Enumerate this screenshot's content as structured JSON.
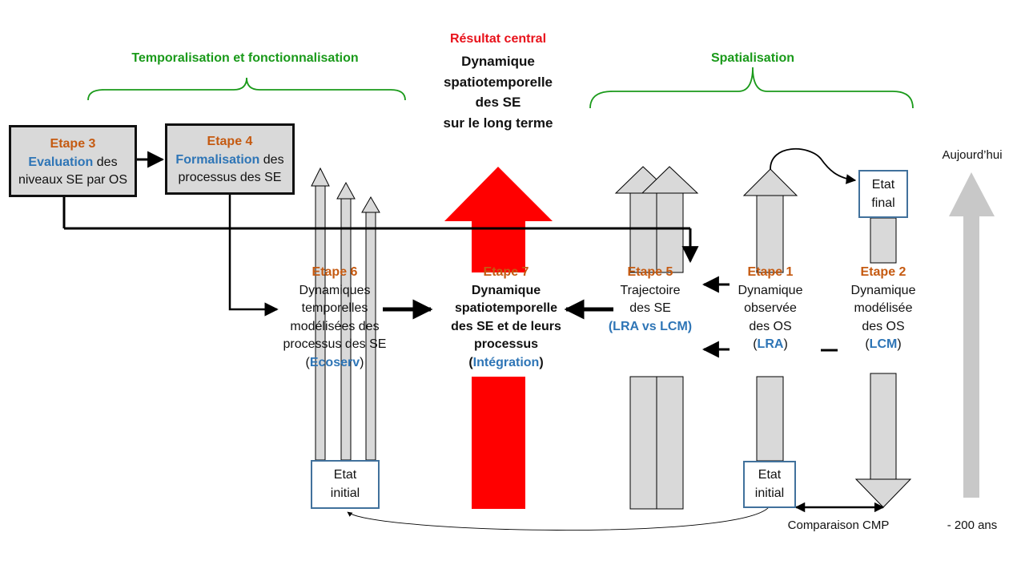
{
  "header": {
    "result_title": "Résultat central",
    "result_lines": [
      "Dynamique",
      "spatiotemporelle",
      "des SE",
      "sur le long terme"
    ],
    "left_brace_label": "Temporalisation  et fonctionnalisation",
    "right_brace_label": "Spatialisation"
  },
  "time_axis": {
    "top_label": "Aujourd’hui",
    "bottom_label": "- 200 ans"
  },
  "etape3": {
    "title": "Etape 3",
    "accent": "Evaluation",
    "line1_rest": " des",
    "line2": "niveaux SE par OS"
  },
  "etape4": {
    "title": "Etape 4",
    "accent": "Formalisation",
    "line1_rest": " des",
    "line2": "processus des SE"
  },
  "etape6": {
    "title": "Etape 6",
    "lines": [
      "Dynamiques",
      "temporelles",
      "modélisées des",
      "processus des SE"
    ],
    "open": "(",
    "accent": "Ecoserv",
    "close": ")"
  },
  "etape7": {
    "title": "Etape 7",
    "lines": [
      "Dynamique",
      "spatiotemporelle",
      "des SE et de leurs",
      "processus"
    ],
    "open": "(",
    "accent": "Intégration",
    "close": ")"
  },
  "etape5": {
    "title": "Etape 5",
    "lines": [
      "Trajectoire",
      "des SE"
    ],
    "accent": "(LRA vs LCM)"
  },
  "etape1": {
    "title": "Etape 1",
    "lines": [
      "Dynamique",
      "observée",
      "des OS"
    ],
    "open": "(",
    "accent": "LRA",
    "close": ")"
  },
  "etape2": {
    "title": "Etape 2",
    "lines": [
      "Dynamique",
      "modélisée",
      "des OS"
    ],
    "open": "(",
    "accent": "LCM",
    "close": ")"
  },
  "state_boxes": {
    "final": [
      "Etat",
      "final"
    ],
    "initial_left": [
      "Etat",
      "initial"
    ],
    "initial_right": [
      "Etat",
      "initial"
    ]
  },
  "comparison_label": "Comparaison CMP",
  "colors": {
    "green": "#1a9a1a",
    "orange": "#c55a11",
    "blue": "#2e75b6",
    "red": "#e8121b",
    "arrow_fill": "#d9d9d9",
    "box_border": "#41719c"
  }
}
